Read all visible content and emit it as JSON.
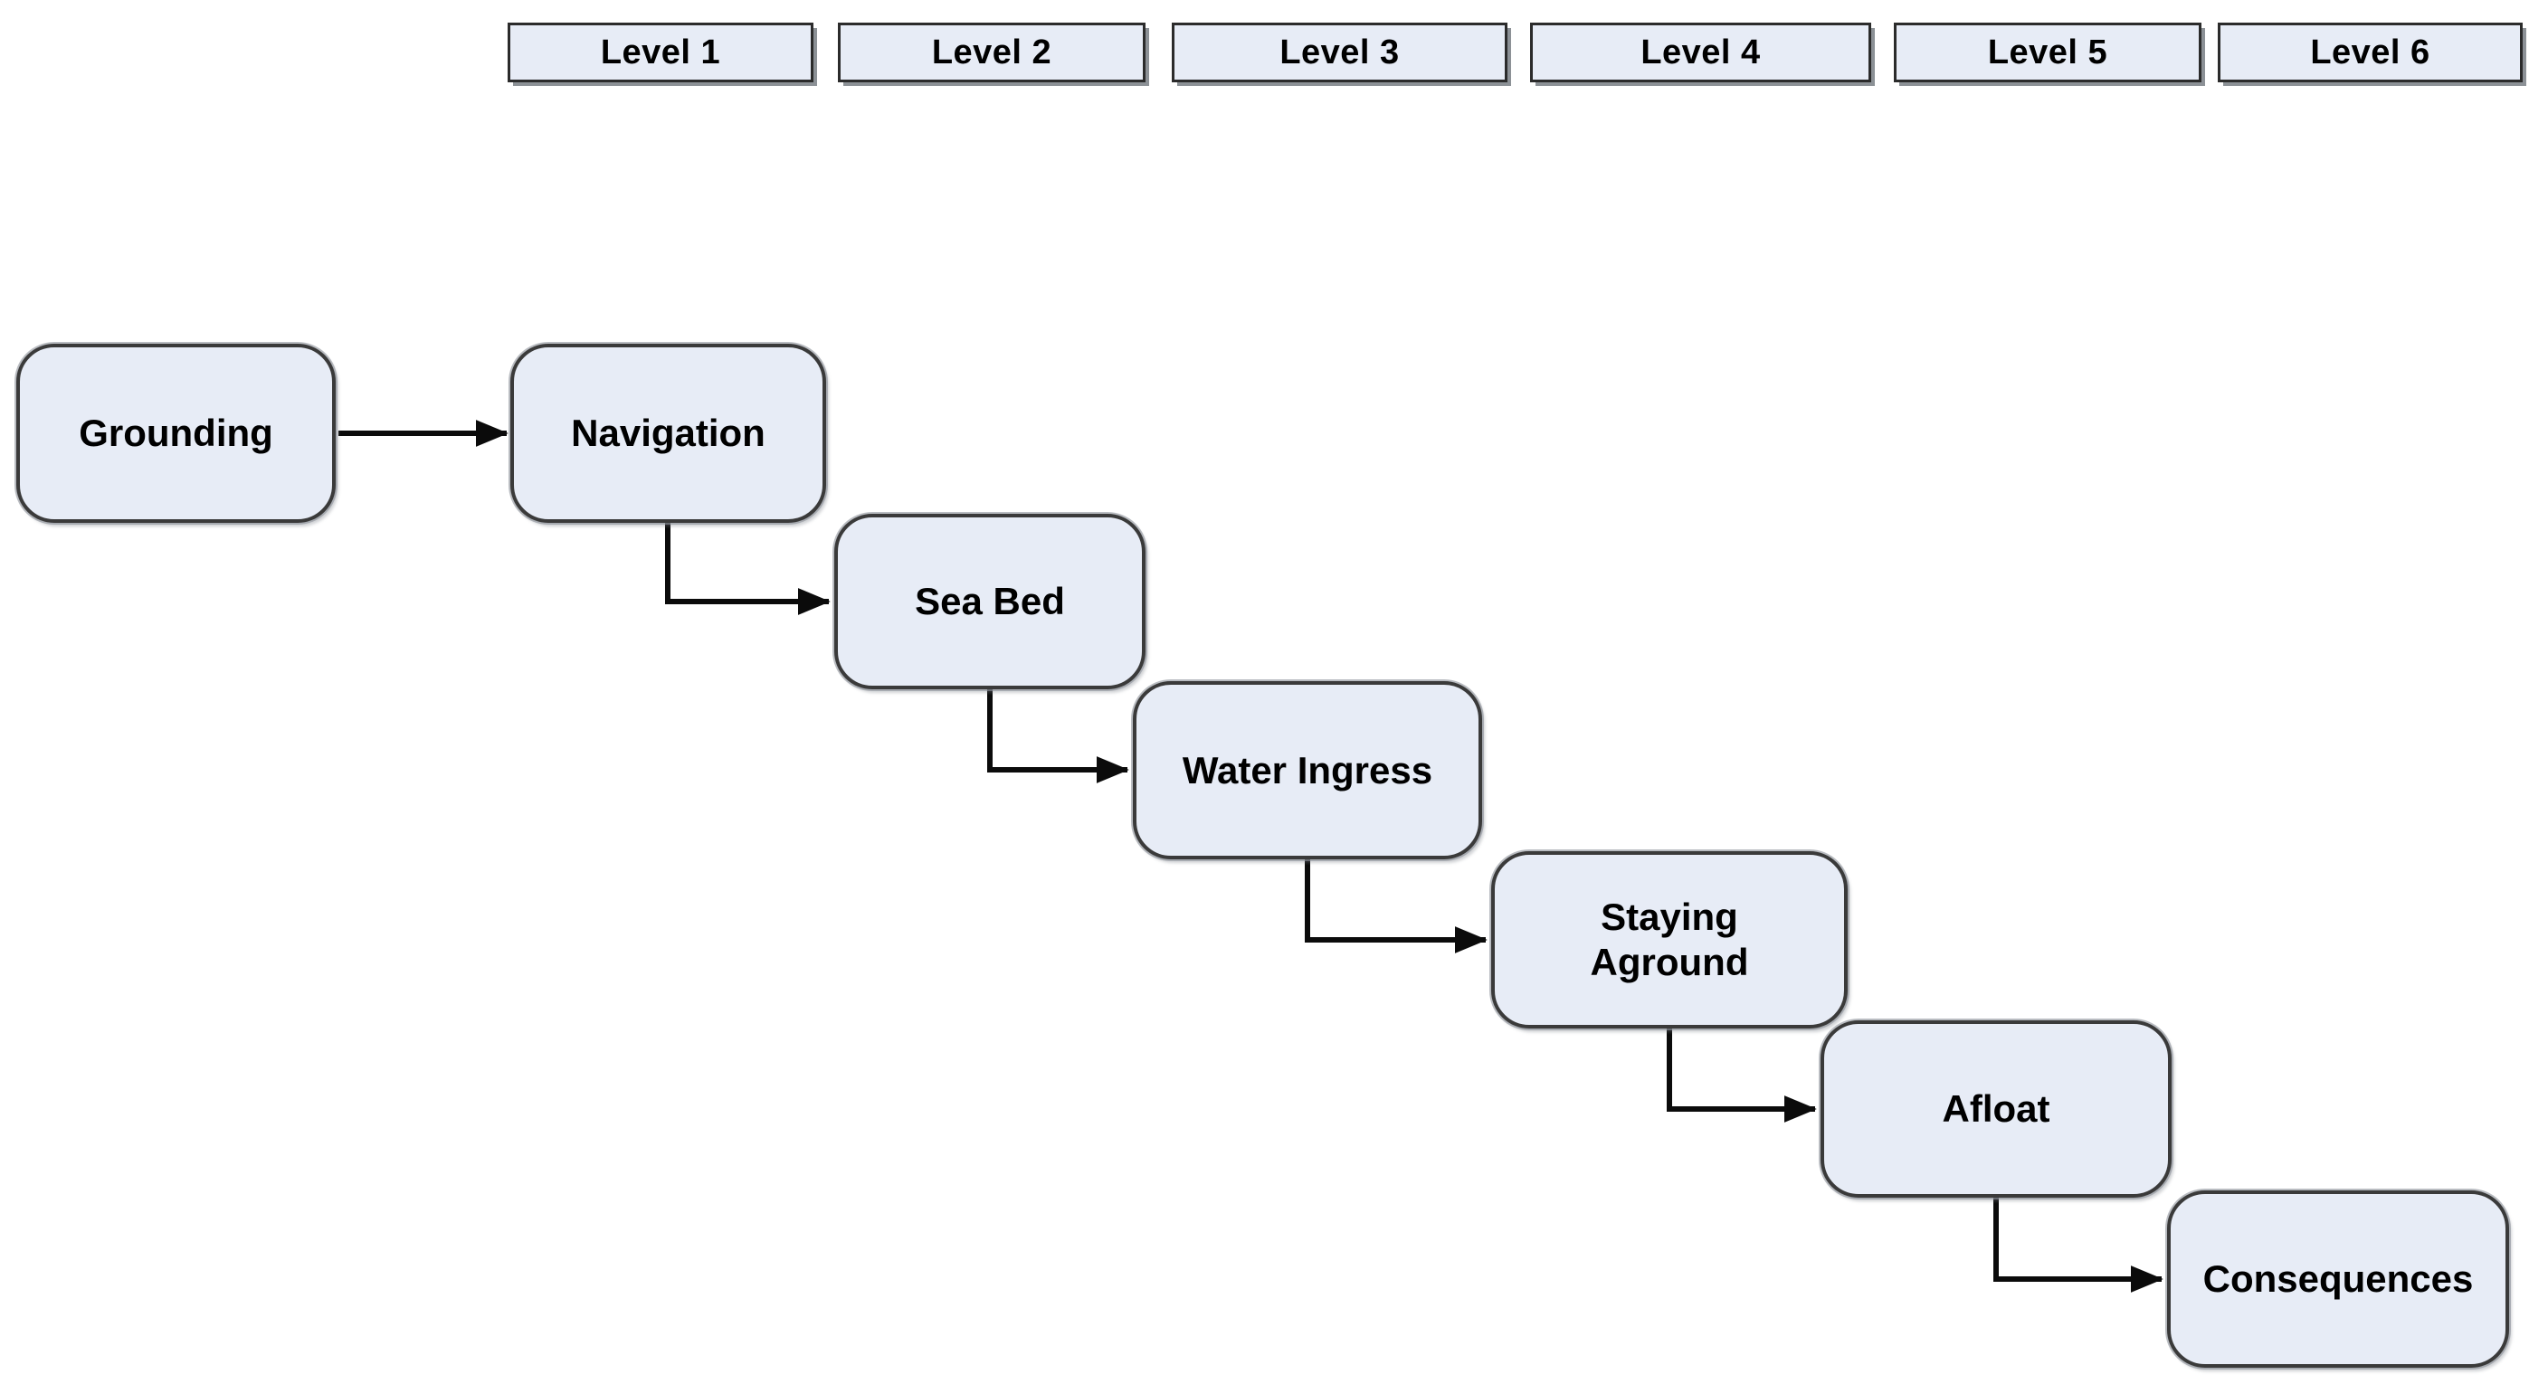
{
  "diagram": {
    "levels": [
      {
        "label": "Level 1"
      },
      {
        "label": "Level 2"
      },
      {
        "label": "Level 3"
      },
      {
        "label": "Level 4"
      },
      {
        "label": "Level 5"
      },
      {
        "label": "Level 6"
      }
    ],
    "nodes": [
      {
        "id": "grounding",
        "label": "Grounding"
      },
      {
        "id": "navigation",
        "label": "Navigation"
      },
      {
        "id": "sea-bed",
        "label": "Sea Bed"
      },
      {
        "id": "water-ingress",
        "label": "Water Ingress"
      },
      {
        "id": "staying-aground",
        "label": "Staying Aground"
      },
      {
        "id": "afloat",
        "label": "Afloat"
      },
      {
        "id": "consequences",
        "label": "Consequences"
      }
    ],
    "flow": [
      {
        "from": "Grounding",
        "to": "Navigation"
      },
      {
        "from": "Navigation",
        "to": "Sea Bed"
      },
      {
        "from": "Sea Bed",
        "to": "Water Ingress"
      },
      {
        "from": "Water Ingress",
        "to": "Staying Aground"
      },
      {
        "from": "Staying Aground",
        "to": "Afloat"
      },
      {
        "from": "Afloat",
        "to": "Consequences"
      }
    ],
    "colors": {
      "box_fill": "#e7ecf6",
      "node_border": "#3a3a3a",
      "header_border": "#2b2b2b",
      "shadow": "#8c9196",
      "connector": "#0b0b0b",
      "text": "#000000",
      "background": "#ffffff"
    }
  }
}
